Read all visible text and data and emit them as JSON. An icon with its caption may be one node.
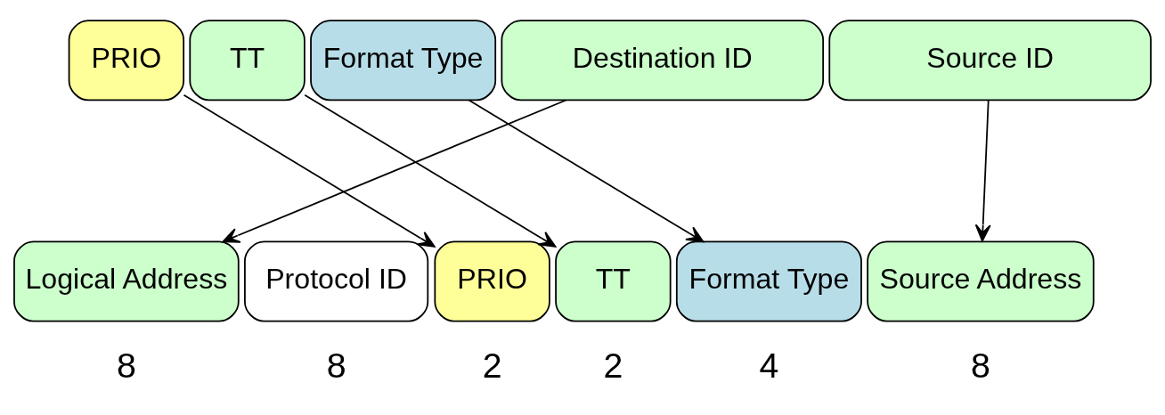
{
  "diagram": {
    "nodes": [
      {
        "text": [
          "PRIO"
        ]
      },
      {
        "text": [
          "TT"
        ]
      },
      {
        "text": [
          "Format Type"
        ]
      },
      {
        "text": [
          "Destination ID"
        ]
      },
      {
        "text": [
          "Source ID"
        ]
      },
      {
        "text": [
          "Logical Address"
        ],
        "beside": [
          "8"
        ]
      },
      {
        "text": [
          "Protocol ID"
        ],
        "beside": [
          "8"
        ]
      },
      {
        "text": [
          "PRIO"
        ],
        "beside": [
          "2"
        ]
      },
      {
        "text": [
          "TT"
        ],
        "beside": [
          "2"
        ]
      },
      {
        "text": [
          "Format Type"
        ],
        "beside": [
          "4"
        ]
      },
      {
        "text": [
          "Source Address"
        ],
        "beside": [
          "8"
        ]
      }
    ],
    "edges": [
      {
        "from": 0,
        "to": 7,
        "arrow": "to"
      },
      {
        "from": 1,
        "to": 8,
        "arrow": "to"
      },
      {
        "from": 2,
        "to": 9,
        "arrow": "to"
      },
      {
        "from": 3,
        "to": 5,
        "arrow": "to"
      },
      {
        "from": 4,
        "to": 10,
        "arrow": "to"
      }
    ]
  }
}
